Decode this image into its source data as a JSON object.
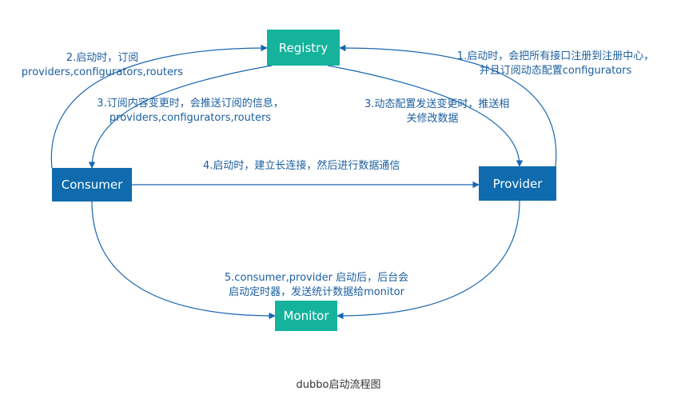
{
  "diagram": {
    "nodes": {
      "registry": "Registry",
      "consumer": "Consumer",
      "provider": "Provider",
      "monitor": "Monitor"
    },
    "labels": {
      "step1": [
        "1.启动时，会把所有接口注册到注册中心，",
        "并且订阅动态配置configurators"
      ],
      "step2": [
        "2.启动时，订阅",
        "providers,configurators,routers"
      ],
      "step3_consumer": [
        "3.订阅内容变更时，会推送订阅的信息，",
        "providers,configurators,routers"
      ],
      "step3_provider": [
        "3.动态配置发送变更时，推送相",
        "关修改数据"
      ],
      "step4": "4.启动时，建立长连接，然后进行数据通信",
      "step5": [
        "5.consumer,provider 启动后，后台会",
        "启动定时器，发送统计数据给monitor"
      ]
    },
    "caption": "dubbo启动流程图",
    "colors": {
      "blue": "#0f6bad",
      "teal": "#15b39c",
      "line": "#1a66b0",
      "text": "#1c5fa0"
    }
  }
}
